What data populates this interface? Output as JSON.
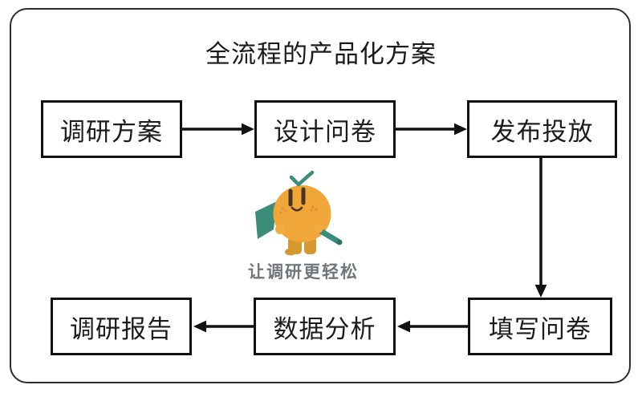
{
  "title": "全流程的产品化方案",
  "slogan": "让调研更轻松",
  "nodes": [
    {
      "id": "research-plan",
      "label": "调研方案"
    },
    {
      "id": "design-survey",
      "label": "设计问卷"
    },
    {
      "id": "publish-launch",
      "label": "发布投放"
    },
    {
      "id": "fill-survey",
      "label": "填写问卷"
    },
    {
      "id": "data-analysis",
      "label": "数据分析"
    },
    {
      "id": "research-report",
      "label": "调研报告"
    }
  ],
  "edges": [
    {
      "from": "调研方案",
      "to": "设计问卷"
    },
    {
      "from": "设计问卷",
      "to": "发布投放"
    },
    {
      "from": "发布投放",
      "to": "填写问卷"
    },
    {
      "from": "填写问卷",
      "to": "数据分析"
    },
    {
      "from": "数据分析",
      "to": "调研报告"
    }
  ],
  "colors": {
    "outer_border": "#2d2d2d",
    "box_border": "#111111",
    "text": "#1c1c1c",
    "arrow": "#111111",
    "slogan_gray": "#6f767c",
    "mascot_orange": "#f0a638",
    "mascot_teal": "#3c8c7a",
    "mascot_boot": "#d6992f"
  }
}
